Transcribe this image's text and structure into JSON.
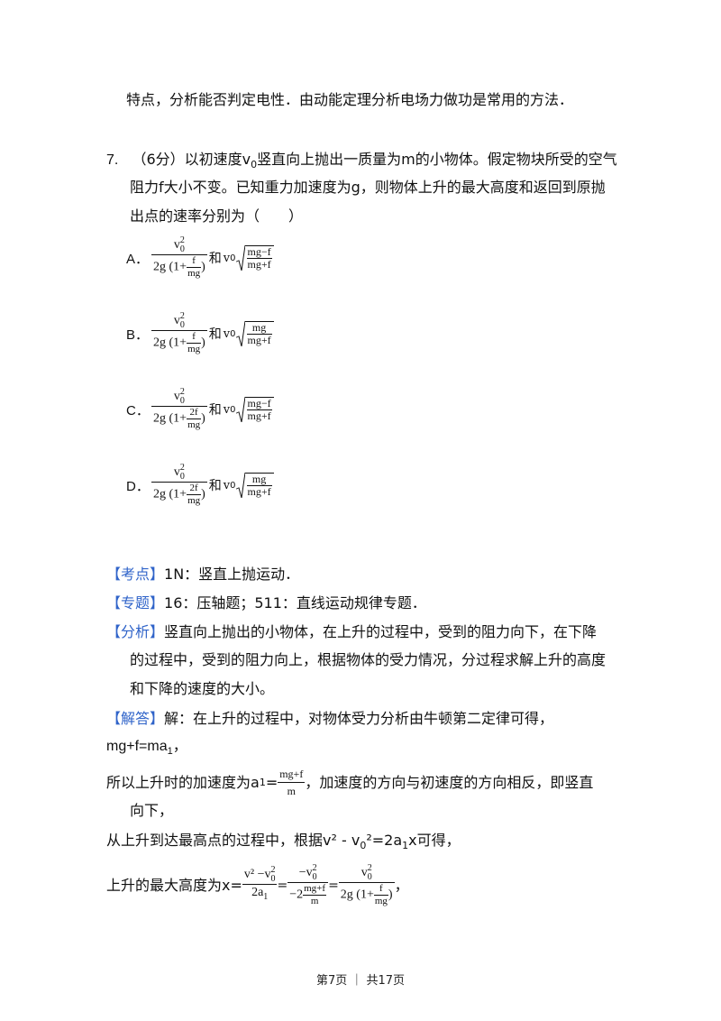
{
  "top_line": "特点，分析能否判定电性．由动能定理分析电场力做功是常用的方法．",
  "question": {
    "number": "7.",
    "score": "（6分）",
    "line1_a": "以初速度v",
    "line1_sub": "0",
    "line1_b": "竖直向上抛出一质量为m的小物体。假定物块所受的空气",
    "line2": "阻力f大小不变。已知重力加速度为g，则物体上升的最大高度和返回到原抛",
    "line3": "出点的速率分别为（　　）"
  },
  "options": [
    {
      "label": "A．",
      "inner_num": "f",
      "radicand_num": "mg−f"
    },
    {
      "label": "B．",
      "inner_num": "f",
      "radicand_num": "mg"
    },
    {
      "label": "C．",
      "inner_num": "2f",
      "radicand_num": "mg−f"
    },
    {
      "label": "D．",
      "inner_num": "2f",
      "radicand_num": "mg"
    }
  ],
  "option_common": {
    "num": "v",
    "num_sup": "2",
    "num_sub": "0",
    "den_prefix": "2g (1+",
    "den_suffix": ")",
    "inner_den": "mg",
    "he": "和",
    "v": "v",
    "v_sub": "0",
    "radicand_den": "mg+f"
  },
  "analysis": {
    "kaodian_tag": "【考点】",
    "kaodian": "1N：竖直上抛运动．",
    "zhuanti_tag": "【专题】",
    "zhuanti": "16：压轴题；511：直线运动规律专题．",
    "fenxi_tag": "【分析】",
    "fenxi1": "竖直向上抛出的小物体，在上升的过程中，受到的阻力向下，在下降",
    "fenxi2": "的过程中，受到的阻力向上，根据物体的受力情况，分过程求解上升的高度",
    "fenxi3": "和下降的速度的大小。",
    "jieda_tag": "【解答】",
    "jieda": "解：在上升的过程中，对物体受力分析由牛顿第二定律可得，",
    "eq1": "mg+f=ma",
    "eq1_sub": "1",
    "eq1_end": "，",
    "accel_a": "所以上升时的加速度为a",
    "accel_sub": "1",
    "accel_eq": "=",
    "accel_num": "mg+f",
    "accel_den": "m",
    "accel_b": "，加速度的方向与初速度的方向相反，即竖直",
    "accel_c": "向下，",
    "process_a": "从上升到达最高点的过程中，根据v² - v",
    "process_sub": "0",
    "process_b": "²=2a",
    "process_sub2": "1",
    "process_c": "x可得，",
    "height_a": "上升的最大高度为x=",
    "height_f1_num": "v² −v",
    "height_f1_den": "2a",
    "height_f2_num": "−v",
    "height_f2_den_a": "−2",
    "height_f2_den_num": "mg+f",
    "height_f2_den_den": "m",
    "height_f3_num": "v",
    "height_f3_den_a": "2g (1+",
    "height_f3_den_num": "f",
    "height_f3_den_den": "mg",
    "height_f3_den_b": ")",
    "height_end": "，",
    "zero": "0",
    "one": "1",
    "two": "2",
    "eq": "="
  },
  "footer": "第7页 ｜ 共17页"
}
